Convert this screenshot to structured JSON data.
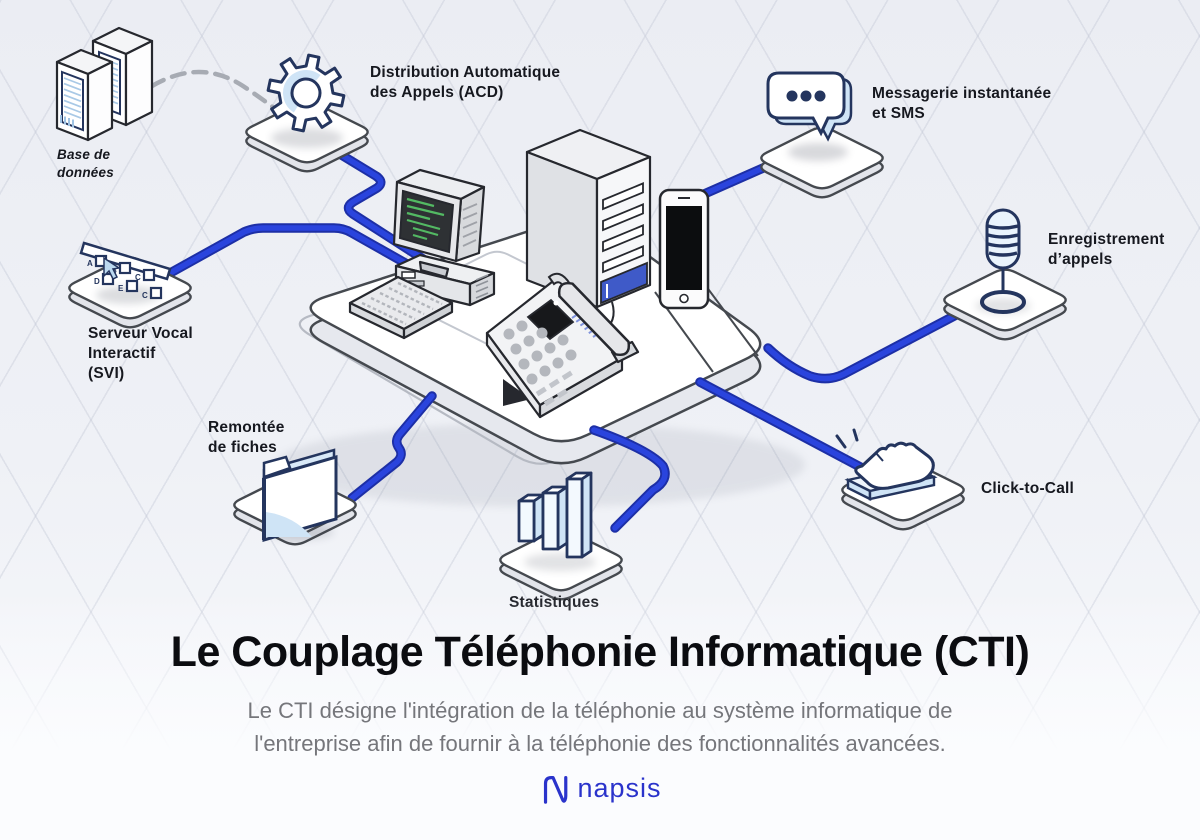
{
  "diagram": {
    "nodes": [
      {
        "id": "database",
        "icon": "database-servers-icon",
        "label": "Base de\ndonnées"
      },
      {
        "id": "acd",
        "icon": "gear-icon",
        "label": "Distribution Automatique\ndes Appels (ACD)"
      },
      {
        "id": "messaging",
        "icon": "chat-bubble-icon",
        "label": "Messagerie instantanée\net SMS"
      },
      {
        "id": "recording",
        "icon": "microphone-icon",
        "label": "Enregistrement\nd’appels"
      },
      {
        "id": "svi",
        "icon": "ivr-menu-icon",
        "label": "Serveur Vocal\nInteractif\n(SVI)"
      },
      {
        "id": "fiches",
        "icon": "folder-icon",
        "label": "Remontée\nde fiches"
      },
      {
        "id": "stats",
        "icon": "bar-chart-icon",
        "label": "Statistiques"
      },
      {
        "id": "click_to_call",
        "icon": "click-hand-icon",
        "label": "Click-to-Call"
      }
    ],
    "center_devices": [
      "crt-computer",
      "keyboard",
      "server-tower",
      "desk-phone",
      "smartphone"
    ]
  },
  "caption": {
    "title": "Le Couplage Téléphonie Informatique (CTI)",
    "subtitle": "Le CTI désigne l'intégration de la téléphonie au système informatique de\nl'entreprise afin de fournir à la téléphonie des fonctionnalités avancées."
  },
  "footer": {
    "brand": "napsis"
  },
  "colors": {
    "cable_blue": "#2a44dd",
    "cable_blue_dark": "#1d2fa6",
    "outline_navy": "#24355e",
    "icon_light_blue": "#cfe4f6",
    "logo_blue": "#2a33cb",
    "label_dark": "#16181f",
    "subtitle_gray": "#75767b"
  }
}
